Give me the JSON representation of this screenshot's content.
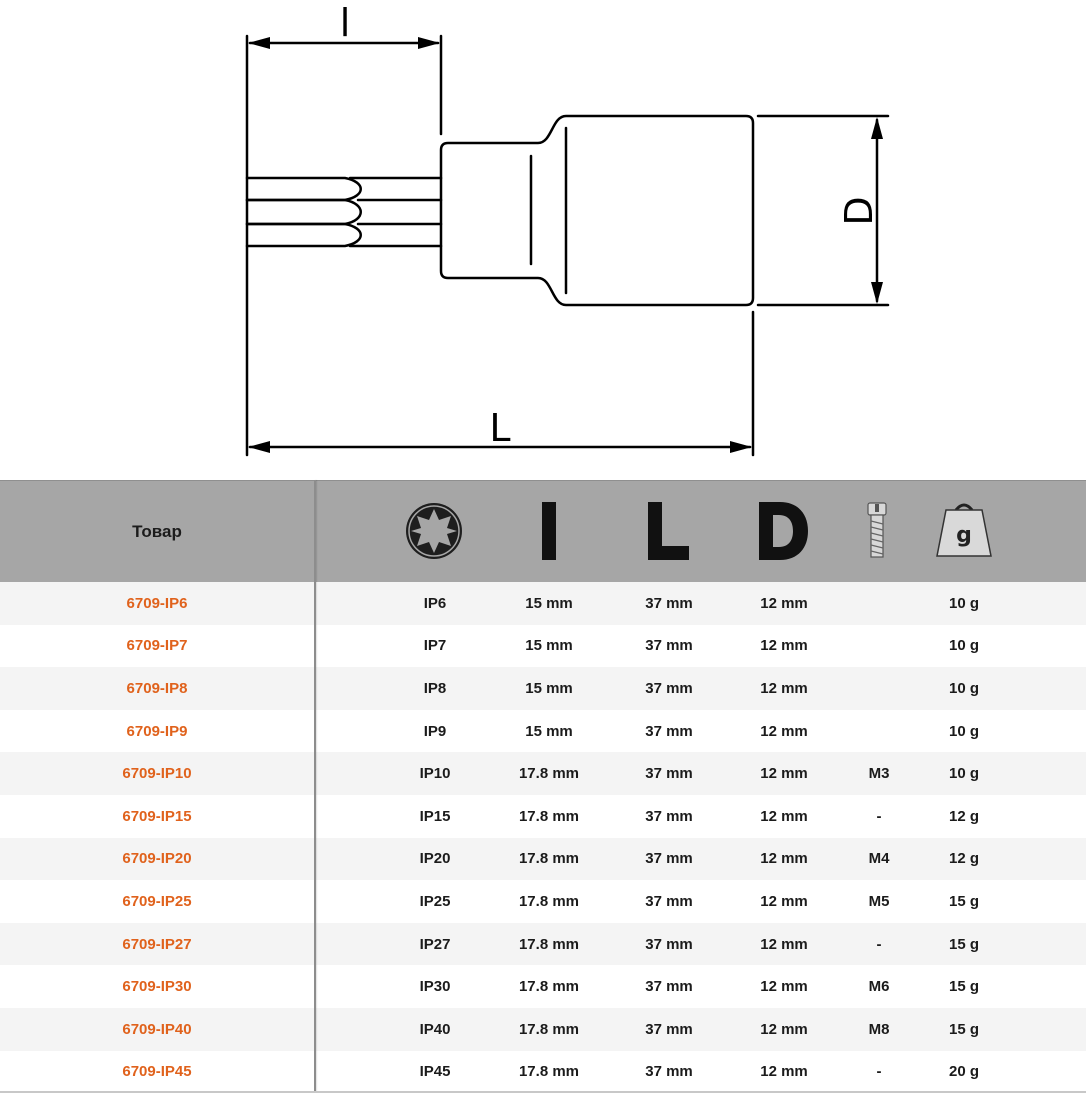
{
  "drawing": {
    "dim_small_l": "l",
    "dim_L": "L",
    "dim_D": "D"
  },
  "table": {
    "header": {
      "product": "Товар",
      "icons": [
        "torx-profile-icon",
        "length-l-icon",
        "length-L-icon",
        "diameter-D-icon",
        "bolt-icon",
        "weight-icon"
      ],
      "weight_icon_label": "g"
    },
    "rows": [
      {
        "product": "6709-IP6",
        "ip": "IP6",
        "l": "15 mm",
        "L": "37 mm",
        "D": "12 mm",
        "bolt": "",
        "weight": "10 g"
      },
      {
        "product": "6709-IP7",
        "ip": "IP7",
        "l": "15 mm",
        "L": "37 mm",
        "D": "12 mm",
        "bolt": "",
        "weight": "10 g"
      },
      {
        "product": "6709-IP8",
        "ip": "IP8",
        "l": "15 mm",
        "L": "37 mm",
        "D": "12 mm",
        "bolt": "",
        "weight": "10 g"
      },
      {
        "product": "6709-IP9",
        "ip": "IP9",
        "l": "15 mm",
        "L": "37 mm",
        "D": "12 mm",
        "bolt": "",
        "weight": "10 g"
      },
      {
        "product": "6709-IP10",
        "ip": "IP10",
        "l": "17.8 mm",
        "L": "37 mm",
        "D": "12 mm",
        "bolt": "M3",
        "weight": "10 g"
      },
      {
        "product": "6709-IP15",
        "ip": "IP15",
        "l": "17.8 mm",
        "L": "37 mm",
        "D": "12 mm",
        "bolt": "-",
        "weight": "12 g"
      },
      {
        "product": "6709-IP20",
        "ip": "IP20",
        "l": "17.8 mm",
        "L": "37 mm",
        "D": "12 mm",
        "bolt": "M4",
        "weight": "12 g"
      },
      {
        "product": "6709-IP25",
        "ip": "IP25",
        "l": "17.8 mm",
        "L": "37 mm",
        "D": "12 mm",
        "bolt": "M5",
        "weight": "15 g"
      },
      {
        "product": "6709-IP27",
        "ip": "IP27",
        "l": "17.8 mm",
        "L": "37 mm",
        "D": "12 mm",
        "bolt": "-",
        "weight": "15 g"
      },
      {
        "product": "6709-IP30",
        "ip": "IP30",
        "l": "17.8 mm",
        "L": "37 mm",
        "D": "12 mm",
        "bolt": "M6",
        "weight": "15 g"
      },
      {
        "product": "6709-IP40",
        "ip": "IP40",
        "l": "17.8 mm",
        "L": "37 mm",
        "D": "12 mm",
        "bolt": "M8",
        "weight": "15 g"
      },
      {
        "product": "6709-IP45",
        "ip": "IP45",
        "l": "17.8 mm",
        "L": "37 mm",
        "D": "12 mm",
        "bolt": "-",
        "weight": "20 g"
      }
    ]
  },
  "colors": {
    "product_link": "#e0621c",
    "header_bg": "#a6a6a6",
    "row_alt_bg": "#f4f4f4"
  }
}
